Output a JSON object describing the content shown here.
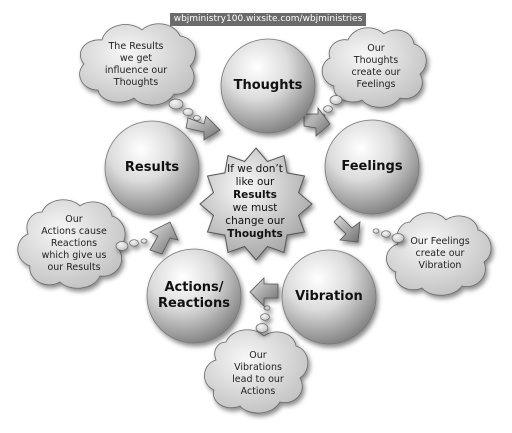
{
  "header": {
    "url": "wbjministry100.wixsite.com/wbjministries"
  },
  "nodes": {
    "thoughts": "Thoughts",
    "feelings": "Feelings",
    "vibration": "Vibration",
    "actions_line1": "Actions/",
    "actions_line2": "Reactions",
    "results": "Results"
  },
  "center": {
    "line1": "If we don’t",
    "line2": "like our",
    "line3": "Results",
    "line4": "we must",
    "line5": "change our",
    "line6": "Thoughts"
  },
  "clouds": {
    "results_cloud": [
      "The Results",
      "we get",
      "influence our",
      "Thoughts"
    ],
    "thoughts_cloud": [
      "Our",
      "Thoughts",
      "create our",
      "Feelings"
    ],
    "feelings_cloud": [
      "Our Feelings",
      "create our",
      "Vibration"
    ],
    "vibrations_cloud": [
      "Our",
      "Vibrations",
      "lead to our",
      "Actions"
    ],
    "actions_cloud": [
      "Our",
      "Actions cause",
      "Reactions",
      "which give us",
      "our Results"
    ]
  },
  "colors": {
    "node_light": "#f2f2f2",
    "node_dark": "#8e8e8e",
    "cloud_fill": "#dedede",
    "arrow_fill": "#9a9a9a",
    "outline": "#5a5a5a"
  },
  "icons": {
    "arrow": "curved-arrow-icon",
    "bubble": "thought-bubble-icon"
  }
}
